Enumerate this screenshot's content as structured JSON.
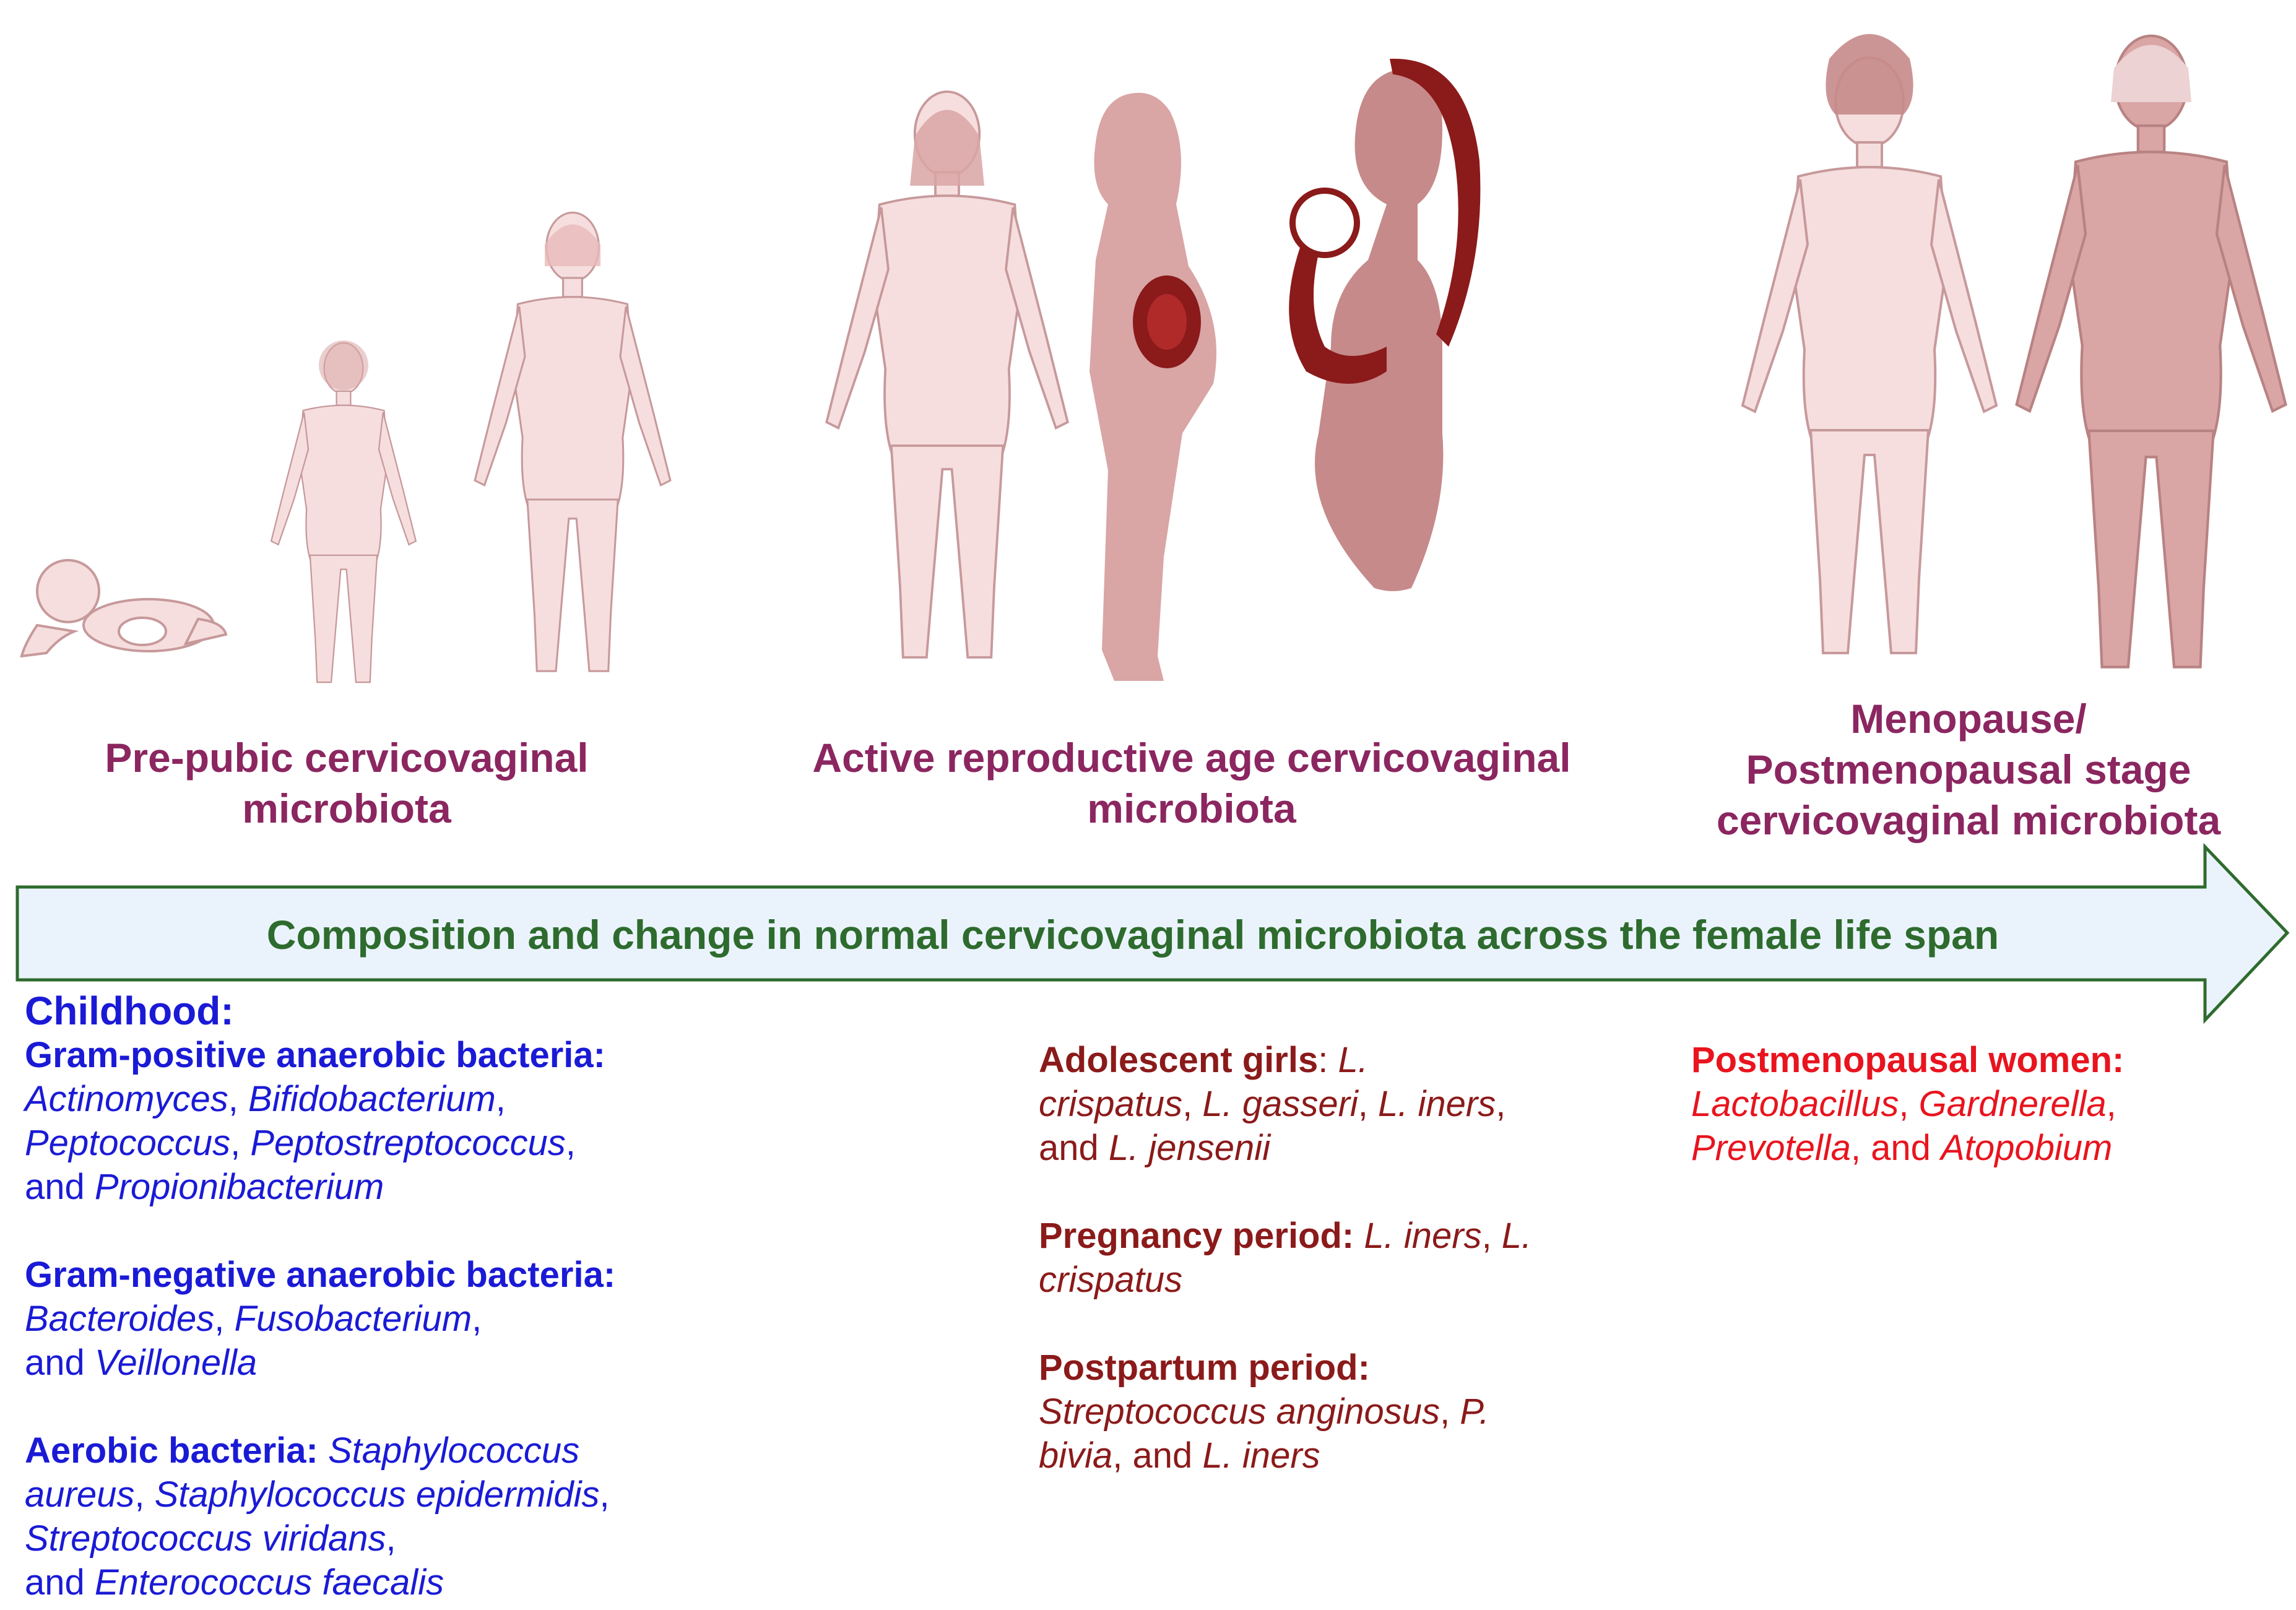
{
  "stages": [
    {
      "line1": "Pre-pubic cervicovaginal",
      "line2": "microbiota"
    },
    {
      "line1": "Active reproductive age cervicovaginal",
      "line2": "microbiota"
    },
    {
      "line1": "Menopause/",
      "line2": "Postmenopausal stage",
      "line3": "cervicovaginal microbiota"
    }
  ],
  "timeline": {
    "label": "Composition and change in normal cervicovaginal microbiota across the female life span",
    "fill": "#eaf3fb",
    "stroke": "#2e6b2e"
  },
  "childhood": {
    "heading": "Childhood:",
    "gram_positive_heading": "Gram-positive anaerobic bacteria:",
    "gp": [
      "Actinomyces",
      "Bifidobacterium",
      "Peptococcus",
      "Peptostreptococcus",
      "Propionibacterium"
    ],
    "gram_negative_heading": "Gram-negative anaerobic bacteria:",
    "gn": [
      "Bacteroides",
      "Fusobacterium",
      "Veillonella"
    ],
    "aerobic_heading": "Aerobic bacteria:",
    "ae": [
      "Staphylococcus",
      "aureus",
      "Staphylococcus epidermidis",
      "Streptococcus viridans",
      "Enterococcus faecalis"
    ],
    "and": "and",
    "color": "#1a1ad6"
  },
  "reproductive": {
    "adolescent_heading": "Adolescent girls",
    "adolescent": [
      "L.",
      "crispatus",
      "L. gasseri",
      "L. iners",
      "L. jensenii"
    ],
    "pregnancy_heading": "Pregnancy period:",
    "pregnancy": [
      "L. iners",
      "L.",
      "crispatus"
    ],
    "postpartum_heading": "Postpartum period:",
    "postpartum": [
      "Streptococcus anginosus",
      "P.",
      "bivia",
      "L. iners"
    ],
    "and": "and",
    "color": "#8b1a1a"
  },
  "postmenopausal": {
    "heading": "Postmenopausal women:",
    "items": [
      "Lactobacillus",
      "Gardnerella",
      "Prevotella",
      "Atopobium"
    ],
    "and": "and",
    "color": "#e8141e"
  },
  "icons": [
    "infant-icon",
    "toddler-icon",
    "girl-icon",
    "woman-icon",
    "pregnant-woman-icon",
    "mother-with-baby-icon",
    "middle-aged-woman-icon",
    "elderly-woman-icon"
  ],
  "colors": {
    "figure_fill": "#f6dede",
    "figure_stroke": "#c7999b",
    "mother_red": "#8b1a1a",
    "elderly_fill": "#d9a5a5"
  }
}
